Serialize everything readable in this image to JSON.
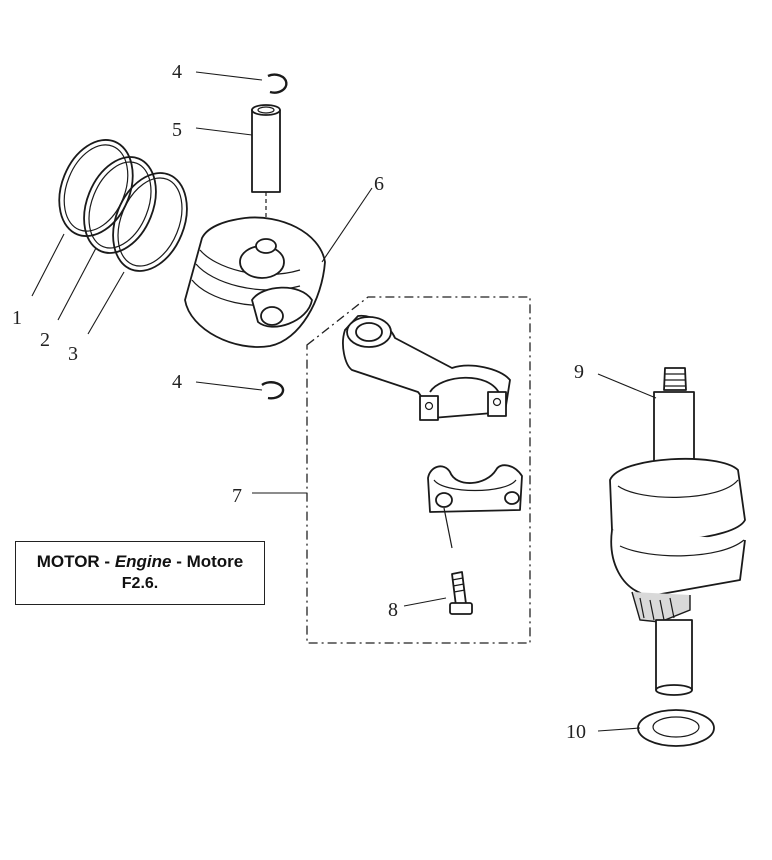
{
  "title": {
    "motor": "MOTOR",
    "sep1": " - ",
    "engine": "Engine",
    "sep2": " - ",
    "motore": "Motore",
    "code": "F2.6."
  },
  "callouts": {
    "snap_ring_top": "4",
    "piston_pin": "5",
    "piston": "6",
    "ring_1": "1",
    "ring_2": "2",
    "ring_3": "3",
    "snap_ring_bottom": "4",
    "connecting_rod_assy": "7",
    "rod_bolt": "8",
    "crankshaft": "9",
    "washer": "10"
  }
}
